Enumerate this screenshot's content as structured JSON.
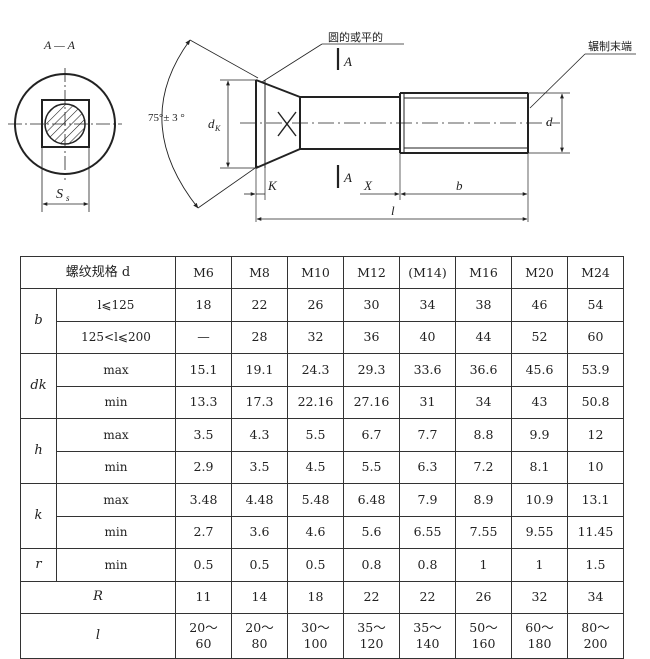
{
  "drawing": {
    "section_label": "A — A",
    "section_width_label": "S",
    "section_width_sub": "s",
    "round_or_flat_note": "圆的或平的",
    "end_note": "辗制末端",
    "angle_label": "75°± 3 °",
    "dk_label": "d",
    "dk_sub": "K",
    "d_label": "d",
    "k_label": "K",
    "x_label": "X",
    "b_label": "b",
    "l_label": "l",
    "a_label": "A"
  },
  "table": {
    "header_label": "螺纹规格 d",
    "sizes": [
      "M6",
      "M8",
      "M10",
      "M12",
      "(M14)",
      "M16",
      "M20",
      "M24"
    ],
    "rows": [
      {
        "param": "b",
        "sub": "l⩽125",
        "values": [
          "18",
          "22",
          "26",
          "30",
          "34",
          "38",
          "46",
          "54"
        ]
      },
      {
        "param": "",
        "sub": "125<l⩽200",
        "values": [
          "—",
          "28",
          "32",
          "36",
          "40",
          "44",
          "52",
          "60"
        ]
      },
      {
        "param": "dk",
        "sub": "max",
        "values": [
          "15.1",
          "19.1",
          "24.3",
          "29.3",
          "33.6",
          "36.6",
          "45.6",
          "53.9"
        ]
      },
      {
        "param": "",
        "sub": "min",
        "values": [
          "13.3",
          "17.3",
          "22.16",
          "27.16",
          "31",
          "34",
          "43",
          "50.8"
        ]
      },
      {
        "param": "h",
        "sub": "max",
        "values": [
          "3.5",
          "4.3",
          "5.5",
          "6.7",
          "7.7",
          "8.8",
          "9.9",
          "12"
        ]
      },
      {
        "param": "",
        "sub": "min",
        "values": [
          "2.9",
          "3.5",
          "4.5",
          "5.5",
          "6.3",
          "7.2",
          "8.1",
          "10"
        ]
      },
      {
        "param": "k",
        "sub": "max",
        "values": [
          "3.48",
          "4.48",
          "5.48",
          "6.48",
          "7.9",
          "8.9",
          "10.9",
          "13.1"
        ]
      },
      {
        "param": "",
        "sub": "min",
        "values": [
          "2.7",
          "3.6",
          "4.6",
          "5.6",
          "6.55",
          "7.55",
          "9.55",
          "11.45"
        ]
      },
      {
        "param": "r",
        "sub": "min",
        "values": [
          "0.5",
          "0.5",
          "0.5",
          "0.8",
          "0.8",
          "1",
          "1",
          "1.5"
        ]
      },
      {
        "param": "R",
        "sub": "",
        "values": [
          "11",
          "14",
          "18",
          "22",
          "22",
          "26",
          "32",
          "34"
        ]
      },
      {
        "param": "l",
        "sub": "",
        "values": [
          [
            "20～",
            "60"
          ],
          [
            "20～",
            "80"
          ],
          [
            "30～",
            "100"
          ],
          [
            "35～",
            "120"
          ],
          [
            "35～",
            "140"
          ],
          [
            "50～",
            "160"
          ],
          [
            "60～",
            "180"
          ],
          [
            "80～",
            "200"
          ]
        ]
      }
    ]
  }
}
